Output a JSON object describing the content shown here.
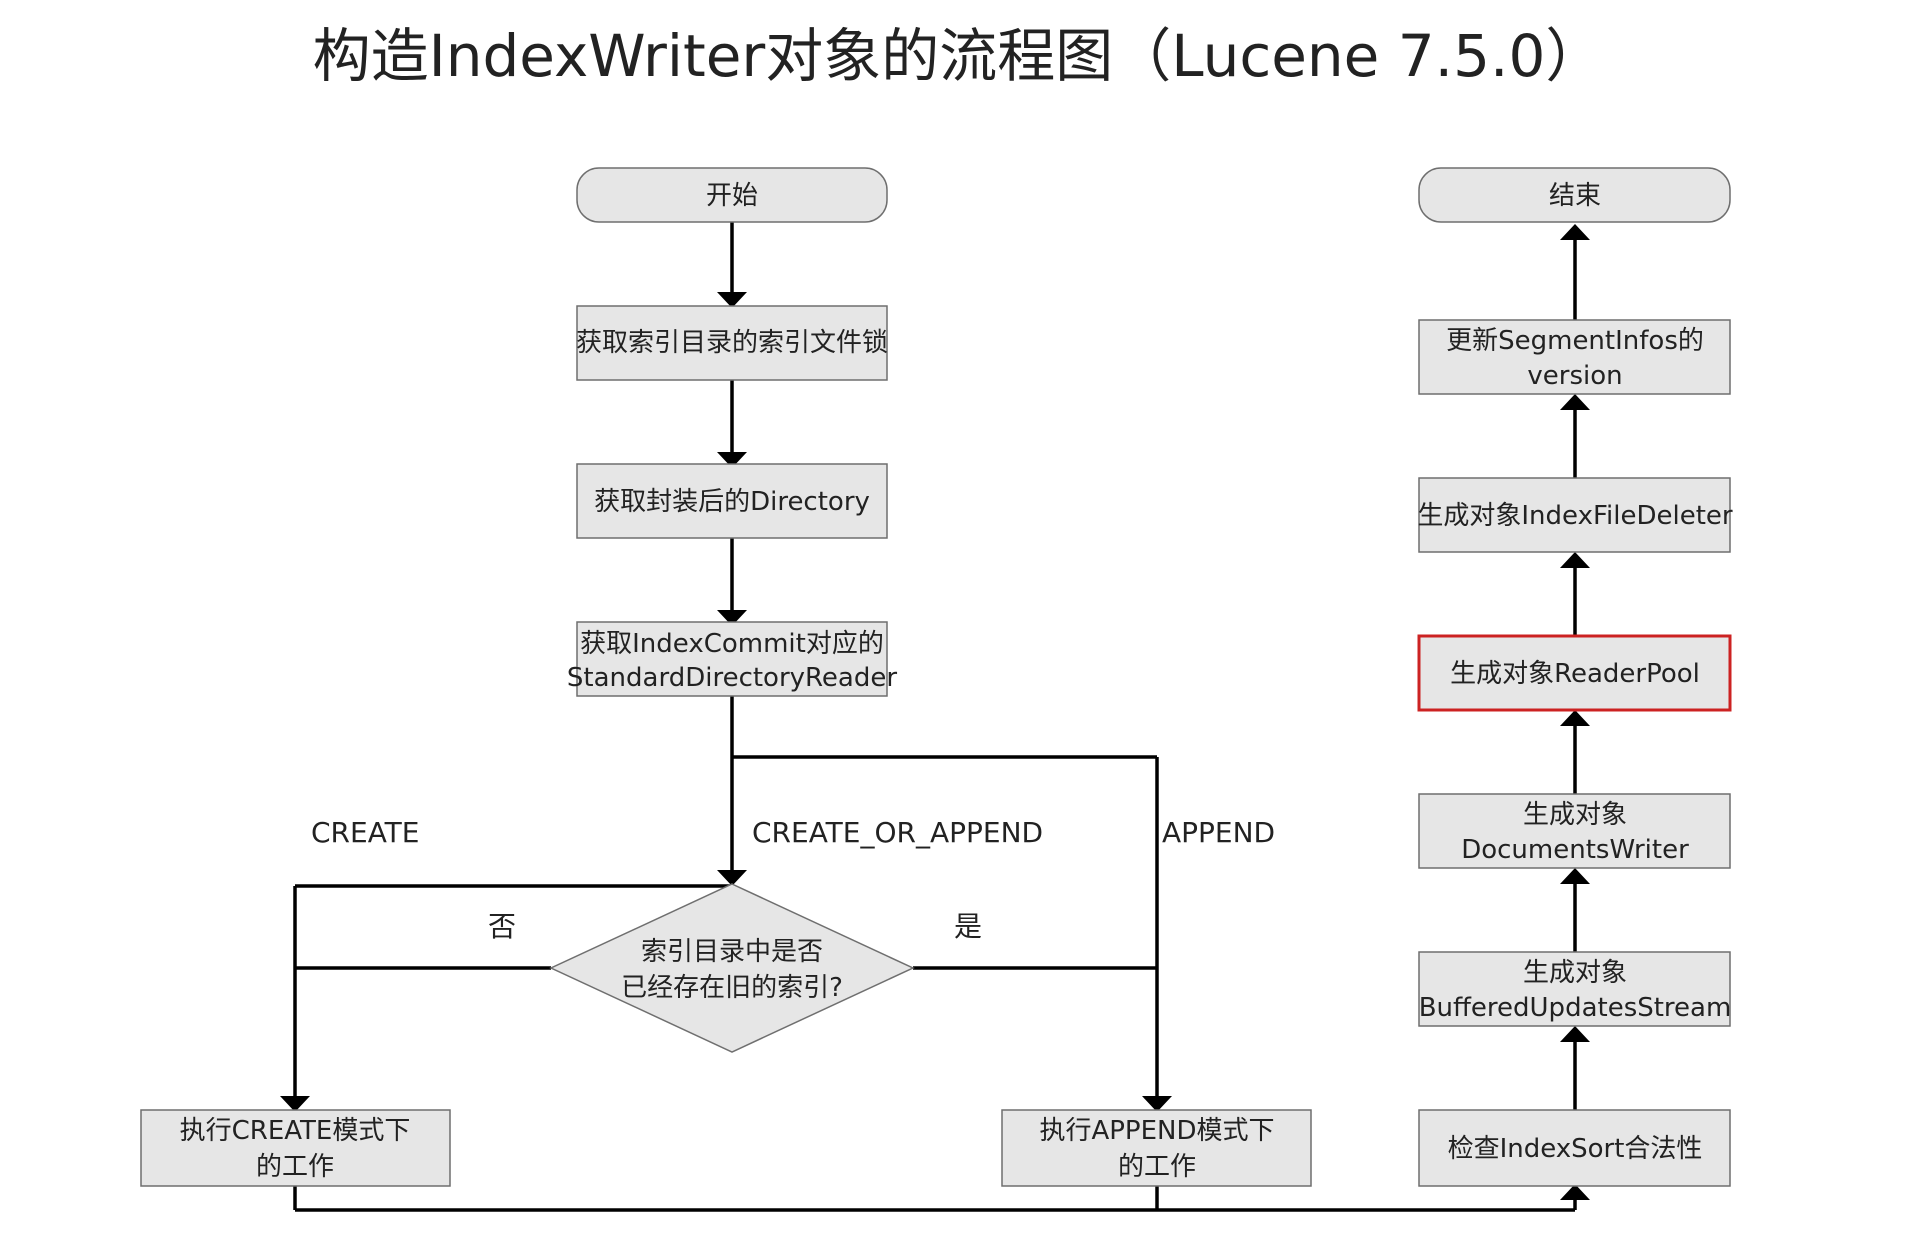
{
  "title": "构造IndexWriter对象的流程图（Lucene 7.5.0）",
  "nodes": {
    "start": "开始",
    "get_lock": "获取索引目录的索引文件锁",
    "get_directory": "获取封装后的Directory",
    "get_reader_line1": "获取IndexCommit对应的",
    "get_reader_line2": "StandardDirectoryReader",
    "decision_line1": "索引目录中是否",
    "decision_line2": "已经存在旧的索引?",
    "create_work_line1": "执行CREATE模式下",
    "create_work_line2": "的工作",
    "append_work_line1": "执行APPEND模式下",
    "append_work_line2": "的工作",
    "check_sort": "检查IndexSort合法性",
    "buffered_line1": "生成对象",
    "buffered_line2": "BufferedUpdatesStream",
    "docwriter_line1": "生成对象",
    "docwriter_line2": "DocumentsWriter",
    "readerpool": "生成对象ReaderPool",
    "deleter": "生成对象IndexFileDeleter",
    "update_line1": "更新SegmentInfos的",
    "update_line2": "version",
    "end": "结束"
  },
  "edge_labels": {
    "create": "CREATE",
    "create_or_append": "CREATE_OR_APPEND",
    "append": "APPEND",
    "no": "否",
    "yes": "是"
  },
  "colors": {
    "box_fill": "#e6e6e6",
    "box_border": "#6f6f6f",
    "highlight_border": "#cc2222",
    "line": "#000000"
  }
}
